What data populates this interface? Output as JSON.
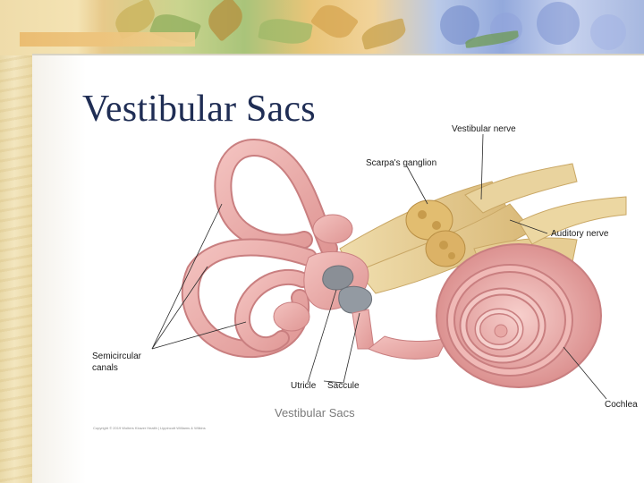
{
  "slide": {
    "title": "Vestibular Sacs",
    "caption": "Vestibular Sacs"
  },
  "figure": {
    "labels": {
      "vestibular_nerve": "Vestibular nerve",
      "scarpas_ganglion": "Scarpa's ganglion",
      "auditory_nerve": "Auditory nerve",
      "semicircular_canals_line1": "Semicircular",
      "semicircular_canals_line2": "canals",
      "utricle": "Utricle",
      "saccule": "Saccule",
      "cochlea": "Cochlea"
    },
    "copyright": "Copyright © 2019 Wolters Kluwer Health | Lippincott Williams & Wilkins"
  },
  "colors": {
    "title": "#1f2d54",
    "membrane": "#e9a5a3",
    "membrane_dark": "#c97f80",
    "nerve": "#e7cf95",
    "ganglion": "#d9b56a",
    "sac": "#8a8f96"
  }
}
